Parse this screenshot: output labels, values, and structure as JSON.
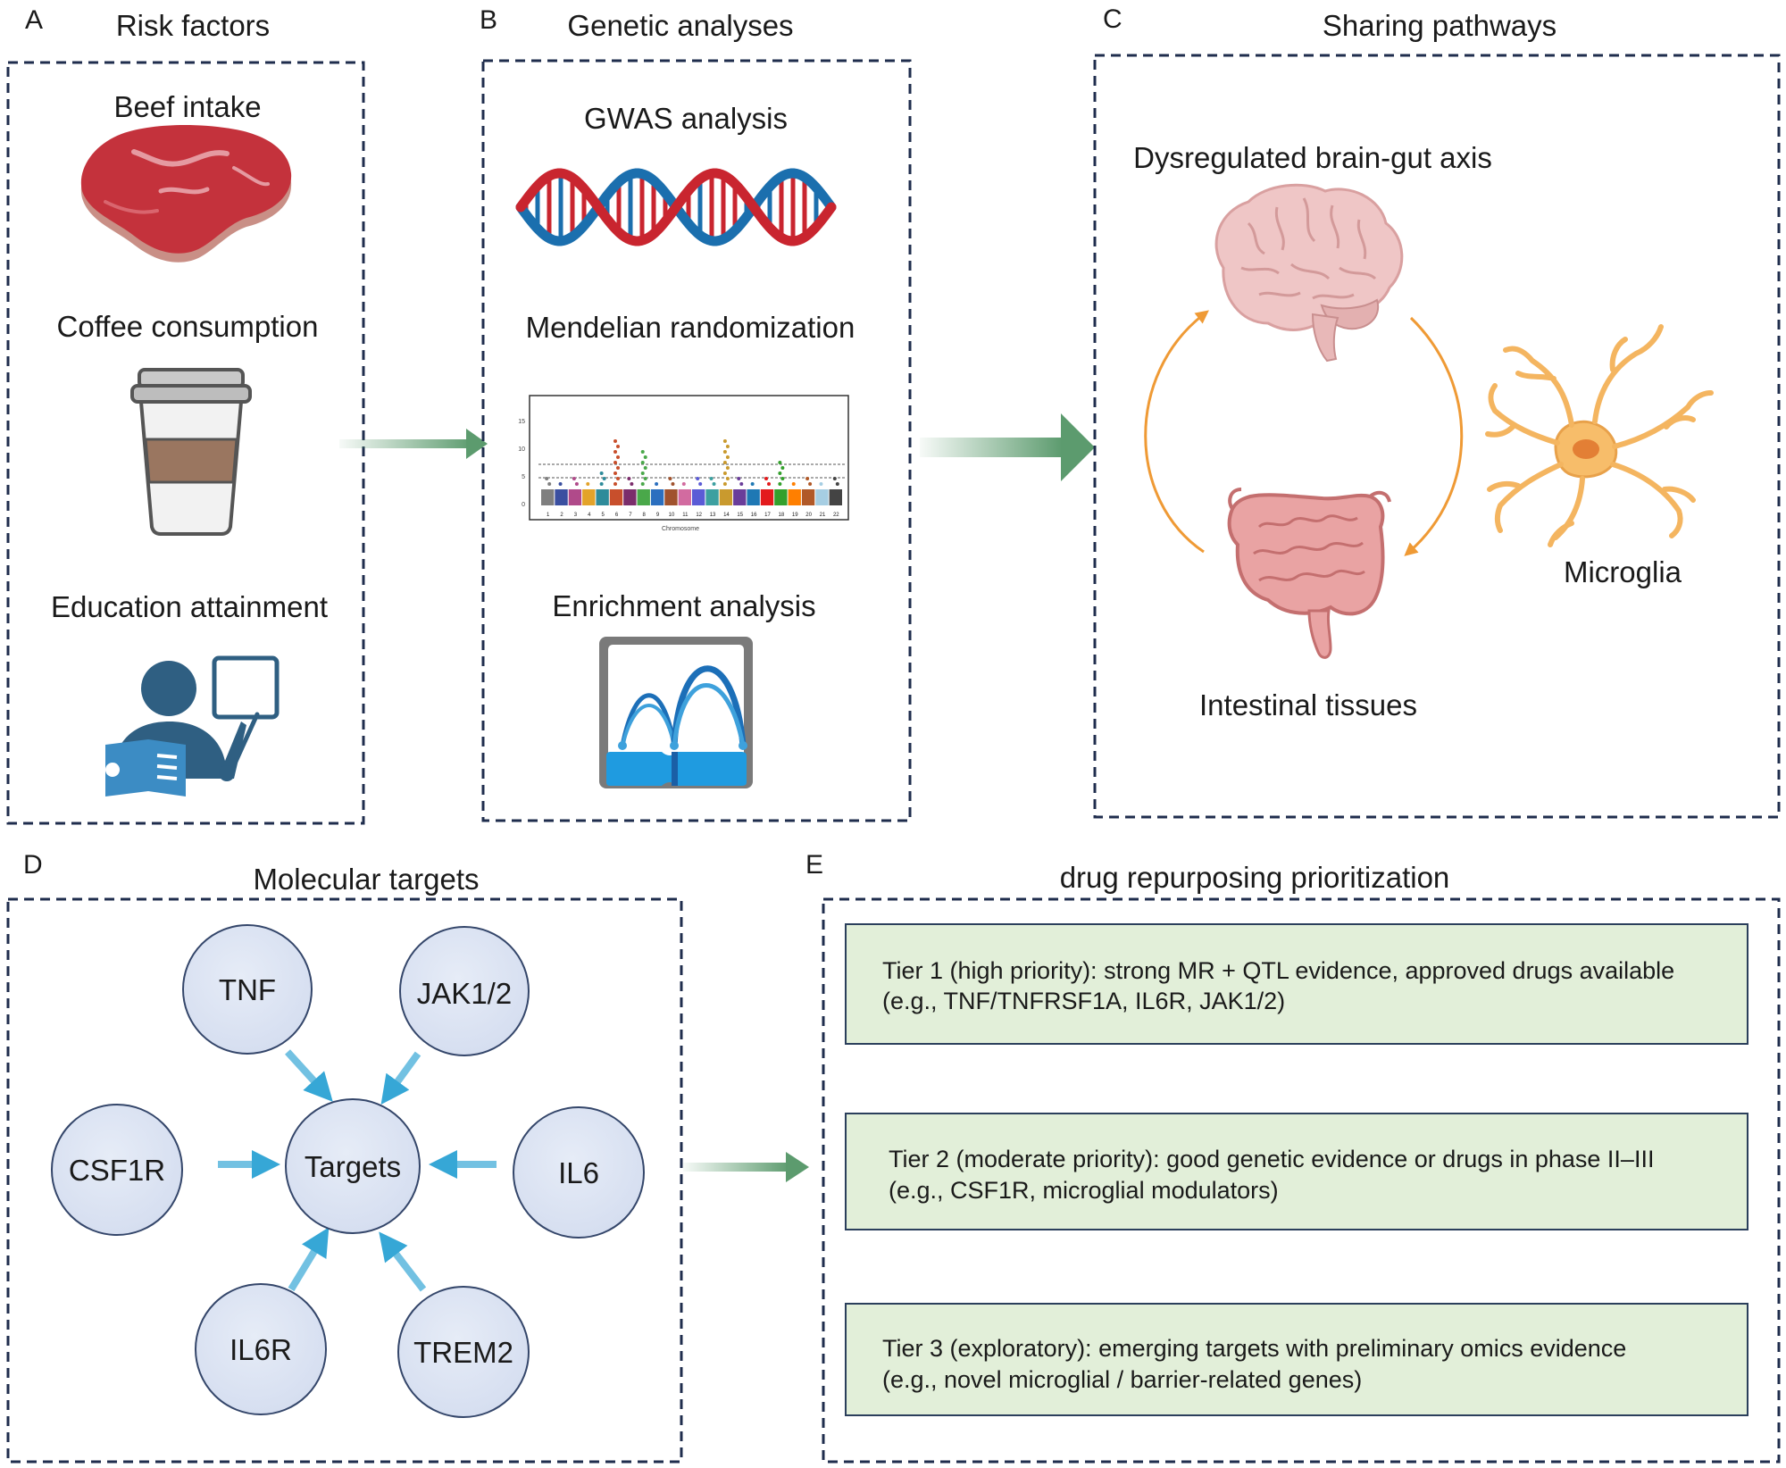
{
  "panels": {
    "a": {
      "letter": "A",
      "title": "Risk factors",
      "items": [
        "Beef intake",
        "Coffee consumption",
        "Education attainment"
      ]
    },
    "b": {
      "letter": "B",
      "title": "Genetic analyses",
      "items": [
        "GWAS analysis",
        "Mendelian randomization",
        "Enrichment analysis"
      ],
      "manhattan_xlabel": "Chromosome",
      "manhattan_yticks": [
        "15",
        "10",
        "5",
        "0"
      ],
      "chromosomes": [
        "1",
        "2",
        "3",
        "4",
        "5",
        "6",
        "7",
        "8",
        "9",
        "10",
        "11",
        "12",
        "13",
        "14",
        "15",
        "16",
        "17",
        "18",
        "19",
        "20",
        "21",
        "22"
      ]
    },
    "c": {
      "letter": "C",
      "title": "Sharing pathways",
      "labels": {
        "axis": "Dysregulated brain-gut axis",
        "intestine": "Intestinal tissues",
        "microglia": "Microglia"
      }
    },
    "d": {
      "letter": "D",
      "title": "Molecular targets",
      "center": "Targets",
      "nodes": [
        "TNF",
        "JAK1/2",
        "CSF1R",
        "IL6",
        "IL6R",
        "TREM2"
      ]
    },
    "e": {
      "letter": "E",
      "title": "drug repurposing prioritization",
      "tiers": [
        {
          "line1": "Tier 1 (high priority): strong MR + QTL evidence, approved drugs available",
          "line2": "(e.g., TNF/TNFRSF1A, IL6R, JAK1/2)"
        },
        {
          "line1": "Tier 2 (moderate priority): good genetic evidence or drugs in phase II–III",
          "line2": "(e.g., CSF1R, microglial modulators)"
        },
        {
          "line1": "Tier 3 (exploratory): emerging targets with preliminary omics evidence",
          "line2": "(e.g., novel microglial / barrier-related genes)"
        }
      ]
    }
  },
  "colors": {
    "dashed_border": "#1f2d4d",
    "flow_arrow": "#5c9b6e",
    "node_fill": "#dce3f2",
    "node_arrow": "#36a7d6",
    "tier_fill": "#e2efd9",
    "tier_border": "#2b3f5c",
    "cycle_arrow": "#ef9a35"
  },
  "icons": [
    "beef-icon",
    "coffee-cup-icon",
    "teacher-icon",
    "dna-icon",
    "manhattan-plot-icon",
    "enrichment-arc-icon",
    "brain-icon",
    "intestine-icon",
    "microglia-icon"
  ]
}
